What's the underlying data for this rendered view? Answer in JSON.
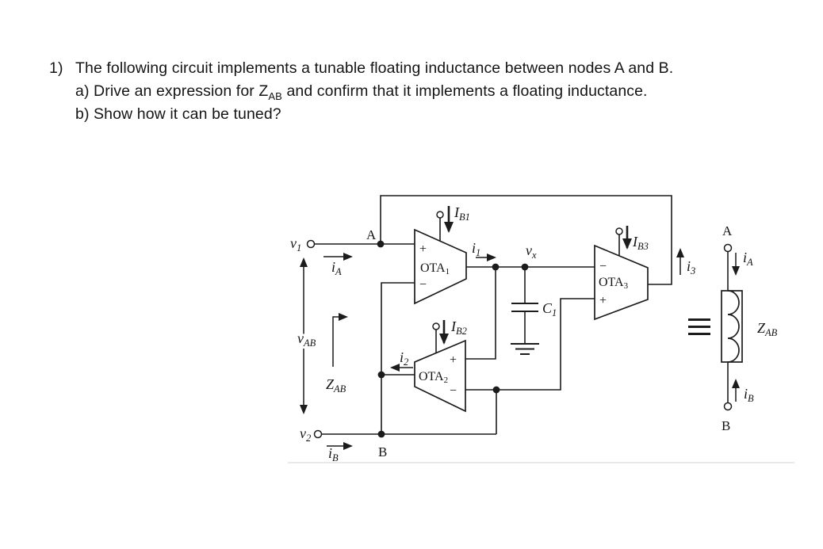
{
  "problem": {
    "number": "1)",
    "line1": "The following circuit implements a tunable floating inductance between nodes A and B.",
    "line2_pre": "a) Drive an expression for Z",
    "line2_sub": "AB",
    "line2_post": " and confirm that it implements a floating inductance.",
    "line3": "b) Show how it can be tuned?"
  },
  "circuit": {
    "node_a": "A",
    "node_b": "B",
    "terminal_v1": [
      "v",
      "1"
    ],
    "terminal_v2": [
      "v",
      "2"
    ],
    "current_ia": [
      "i",
      "A"
    ],
    "current_i1": [
      "i",
      "1"
    ],
    "current_i2": [
      "i",
      "2"
    ],
    "current_i3": [
      "i",
      "3"
    ],
    "current_ib": [
      "i",
      "B"
    ],
    "voltage_vab": [
      "v",
      "AB"
    ],
    "impedance_zab": [
      "Z",
      "AB"
    ],
    "node_vx": [
      "v",
      "x"
    ],
    "capacitor_c1": [
      "C",
      "1"
    ],
    "ota1": {
      "name": "OTA",
      "sub": "1",
      "in_top": "+",
      "in_bottom": "−",
      "bias": [
        "I",
        "B1"
      ]
    },
    "ota2": {
      "name": "OTA",
      "sub": "2",
      "in_top": "+",
      "in_bottom": "−",
      "bias": [
        "I",
        "B2"
      ]
    },
    "ota3": {
      "name": "OTA",
      "sub": "3",
      "in_top": "−",
      "in_bottom": "+",
      "bias": [
        "I",
        "B3"
      ]
    },
    "equivalent": {
      "node_a": "A",
      "node_b": "B",
      "current_ia": [
        "i",
        "A"
      ],
      "current_ib": [
        "i",
        "B"
      ],
      "impedance_zab": [
        "Z",
        "AB"
      ],
      "equiv_sign": "≡"
    }
  },
  "colors": {
    "ink": "#1c1c1c",
    "background": "#ffffff",
    "page_edge": "#e9e9e9"
  }
}
